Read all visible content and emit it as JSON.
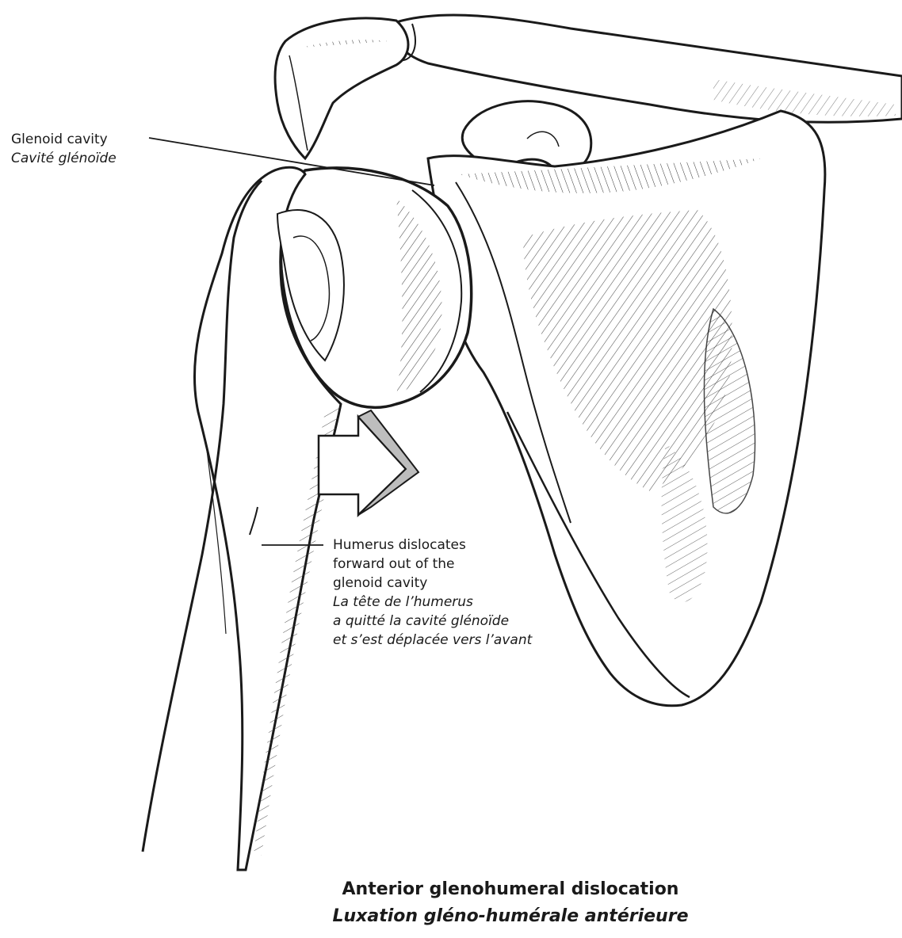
{
  "labels": {
    "glenoid": {
      "en": "Glenoid cavity",
      "fr": "Cavité glénoïde"
    },
    "humerus": {
      "en_lines": [
        "Humerus dislocates",
        "forward out of the",
        "glenoid cavity"
      ],
      "fr_lines": [
        "La tête de l’humerus",
        "a quitté la cavité glénoïde",
        "et s’est déplacée vers l’avant"
      ]
    }
  },
  "caption": {
    "en": "Anterior glenohumeral dislocation",
    "fr": "Luxation gléno-humérale antérieure"
  },
  "colors": {
    "ink": "#1a1a1a",
    "arrow_front": "#ffffff",
    "arrow_side": "#bdbdbd"
  }
}
